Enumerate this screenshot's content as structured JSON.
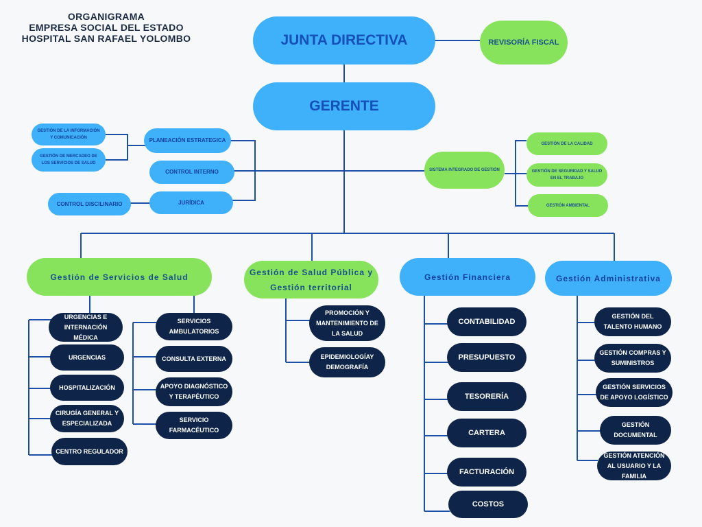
{
  "title": {
    "line1": "ORGANIGRAMA",
    "line2": "EMPRESA SOCIAL DEL ESTADO",
    "line3": "HOSPITAL SAN RAFAEL  YOLOMBO"
  },
  "top": {
    "junta": "JUNTA DIRECTIVA",
    "revisoria": "REVISORÍA FISCAL",
    "gerente": "GERENTE"
  },
  "staff_left": {
    "informacion": "GESTIÓN DE LA INFORMACIÓN Y COMUNICACIÓN",
    "mercadeo": "GESTIÓN DE MERCADEO DE LOS SERVICIOS DE SALUD",
    "planeacion": "PLANEACIÓN ESTRATEGICA",
    "control_interno": "CONTROL INTERNO",
    "juridica": "JURÍDICA",
    "control_disciplinario": "CONTROL DISCILINARIO"
  },
  "staff_right": {
    "sistema_integrado": "SISTEMA INTEGRADO DE GESTIÓN",
    "calidad": "GESTIÓN DE LA CALIDAD",
    "seguridad": "GESTIÓN DE SEGURIDAD Y SALUD EN EL TRABAJO",
    "ambiental": "GESTIÓN AMBIENTAL"
  },
  "divisions": {
    "servicios_salud": {
      "label": "Gestión de Servicios de Salud",
      "col1": [
        "URGENCIAS E INTERNACIÓN  MÉDICA",
        "URGENCIAS",
        "HOSPITALIZACIÓN",
        "CIRUGÍA  GENERAL Y ESPECIALIZADA",
        "CENTRO REGULADOR"
      ],
      "col2": [
        "SERVICIOS AMBULATORIOS",
        "CONSULTA EXTERNA",
        "APOYO DIAGNÓSTICO Y TERAPÉUTICO",
        "SERVICIO FARMACÉUTICO"
      ]
    },
    "salud_publica": {
      "label": "Gestión de Salud Pública y Gestión territorial",
      "items": [
        "PROMOCIÓN Y MANTENIMIENTO DE LA SALUD",
        "EPIDEMIOLOGÍAY DEMOGRAFÍA"
      ]
    },
    "financiera": {
      "label": "Gestión Financiera",
      "items": [
        "CONTABILIDAD",
        "PRESUPUESTO",
        "TESORERÍA",
        "CARTERA",
        "FACTURACIÓN",
        "COSTOS"
      ]
    },
    "administrativa": {
      "label": "Gestión Administrativa",
      "items": [
        "GESTIÓN DEL TALENTO HUMANO",
        "GESTIÓN COMPRAS Y SUMINISTROS",
        "GESTIÓN SERVICIOS DE APOYO LOGÍSTICO",
        "GESTIÓN DOCUMENTAL",
        "GESTIÓN ATENCIÓN AL USUARIO Y LA FAMILIA"
      ]
    }
  },
  "colors": {
    "blue": "#3fb0fa",
    "green": "#86e35b",
    "navy": "#0e2448",
    "connector": "#1b4fa8"
  }
}
